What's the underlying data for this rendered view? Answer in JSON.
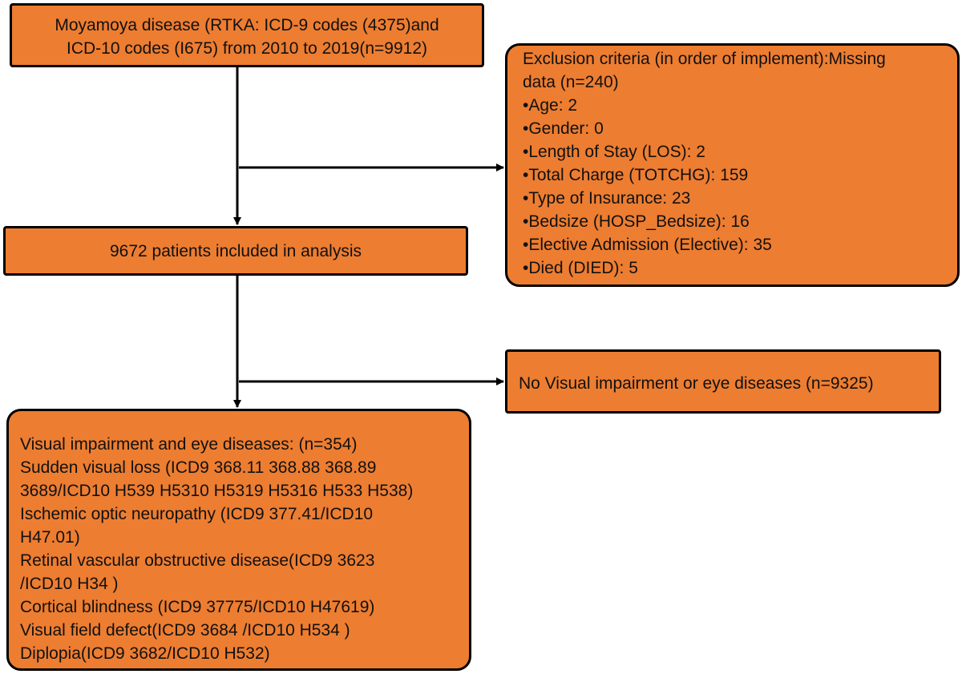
{
  "source_box": {
    "lines": [
      "Moyamoya disease (RTKA: ICD-9 codes (4375)and",
      "ICD-10 codes (I675) from 2010 to 2019(n=9912)"
    ]
  },
  "exclusion_box": {
    "lines": [
      "Exclusion criteria (in order of implement):Missing",
      "data (n=240)",
      "•Age: 2",
      "•Gender: 0",
      "•Length of Stay (LOS): 2",
      "•Total Charge (TOTCHG): 159",
      "•Type of Insurance: 23",
      "•Bedsize (HOSP_Bedsize): 16",
      "•Elective Admission (Elective): 35",
      "•Died (DIED): 5"
    ]
  },
  "included_box": {
    "text": "9672 patients included in analysis"
  },
  "no_impairment_box": {
    "text": "No Visual impairment or eye diseases (n=9325)"
  },
  "impairment_box": {
    "lines": [
      "Visual impairment and eye diseases: (n=354)",
      "Sudden visual loss (ICD9 368.11 368.88 368.89",
      "3689/ICD10 H539 H5310 H5319 H5316 H533 H538)",
      "Ischemic optic neuropathy (ICD9 377.41/ICD10",
      "H47.01)",
      "Retinal vascular obstructive disease(ICD9 3623",
      "/ICD10 H34 )",
      "Cortical blindness (ICD9 37775/ICD10 H47619)",
      "Visual field defect(ICD9 3684 /ICD10 H534 )",
      "Diplopia(ICD9 3682/ICD10 H532)"
    ]
  }
}
